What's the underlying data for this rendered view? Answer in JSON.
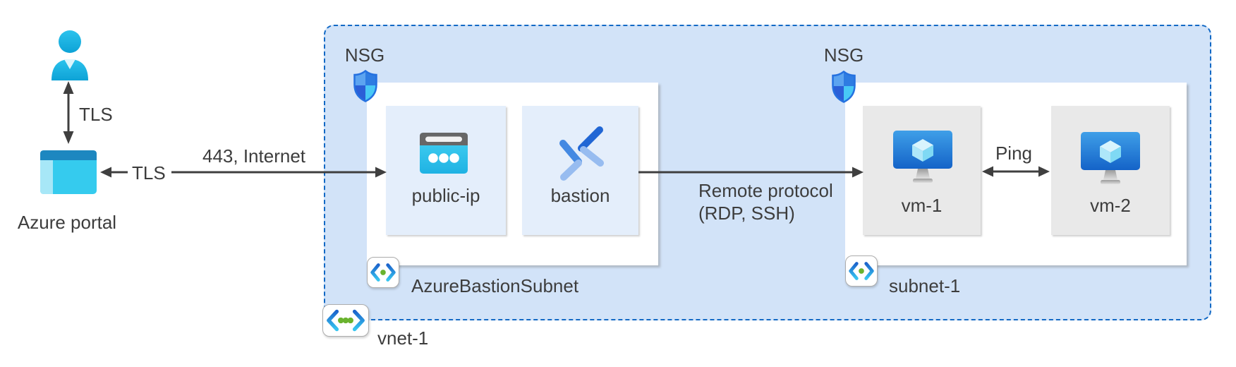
{
  "external": {
    "user_icon": "user-icon",
    "user_portal_connection_label": "TLS",
    "portal_icon": "azure-portal-icon",
    "portal_label": "Azure portal",
    "portal_vnet_connection_label": "TLS",
    "internet_connection_label": "443, Internet"
  },
  "vnet": {
    "label": "vnet-1",
    "icon": "virtual-network-icon",
    "bastion_subnet": {
      "nsg_label": "NSG",
      "nsg_icon": "nsg-shield-icon",
      "subnet_icon": "subnet-icon",
      "label": "AzureBastionSubnet",
      "resources": [
        {
          "label": "public-ip",
          "icon": "public-ip-icon"
        },
        {
          "label": "bastion",
          "icon": "bastion-icon"
        }
      ]
    },
    "workload_subnet": {
      "nsg_label": "NSG",
      "nsg_icon": "nsg-shield-icon",
      "subnet_icon": "subnet-icon",
      "label": "subnet-1",
      "resources": [
        {
          "label": "vm-1",
          "icon": "virtual-machine-icon"
        },
        {
          "label": "vm-2",
          "icon": "virtual-machine-icon"
        }
      ]
    }
  },
  "connections": {
    "remote_protocol_line1": "Remote protocol",
    "remote_protocol_line2": "(RDP, SSH)",
    "ping_label": "Ping"
  },
  "colors": {
    "vnet_fill": "#d2e3f8",
    "vnet_border": "#1269c5",
    "subnet_fill": "#ffffff",
    "resource_fill": "#e4eefb",
    "vm_fill": "#e9e9e9",
    "arrow": "#3f3f3f",
    "text": "#3d3d3d"
  }
}
